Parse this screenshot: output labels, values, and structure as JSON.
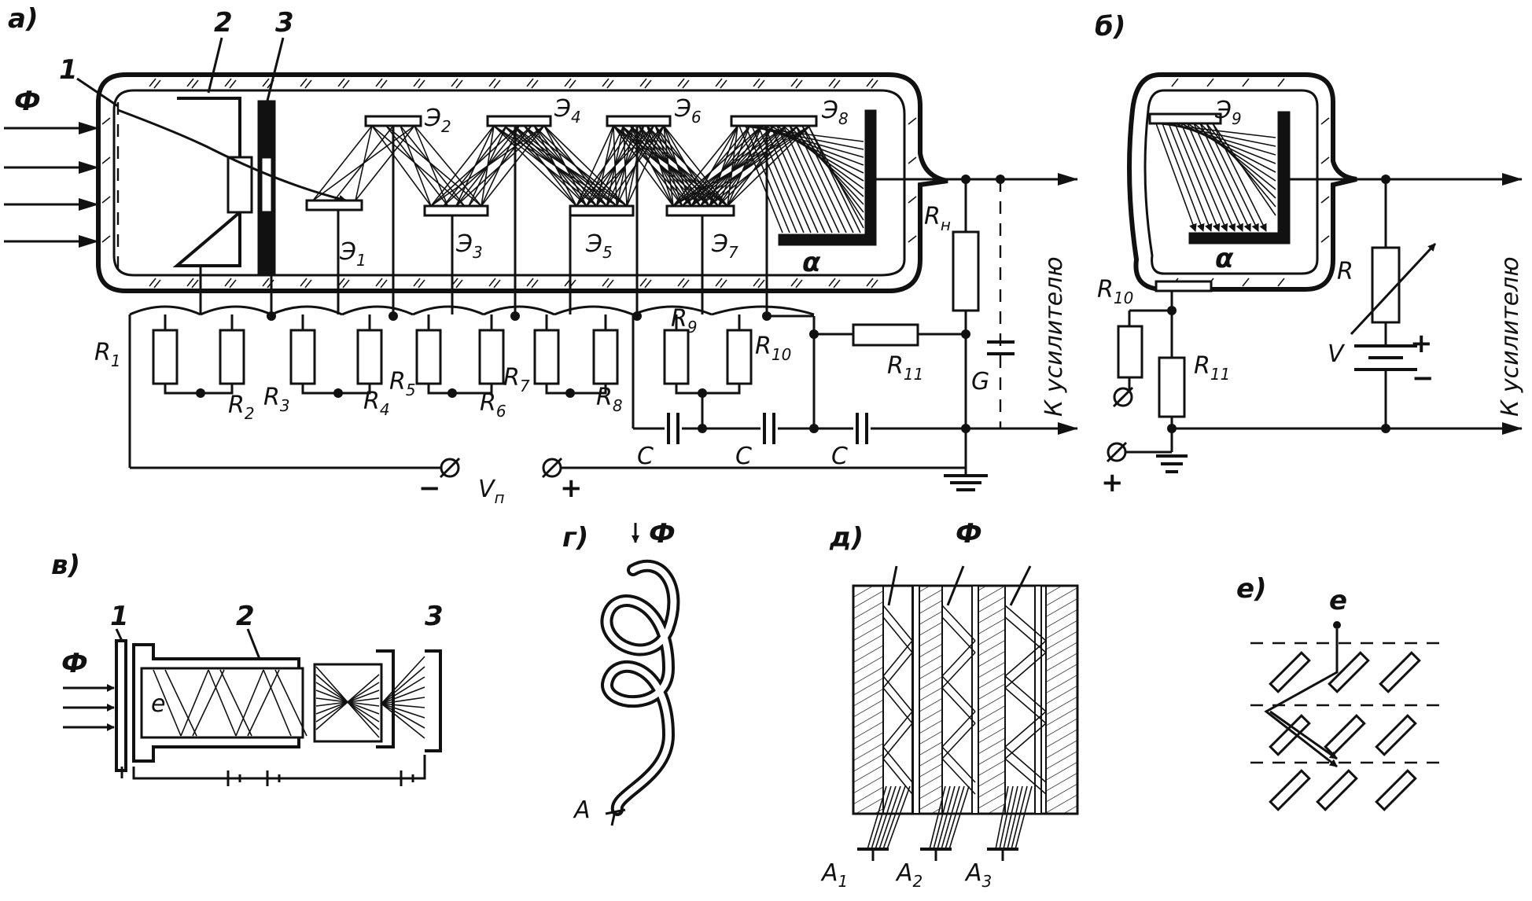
{
  "panels": {
    "a": {
      "label": "а)",
      "flux": "Ф",
      "components": {
        "photocathode": "1",
        "focusing": "2",
        "modulator": "3"
      },
      "dynodes": [
        {
          "name": "Э",
          "sub": "1"
        },
        {
          "name": "Э",
          "sub": "2"
        },
        {
          "name": "Э",
          "sub": "3"
        },
        {
          "name": "Э",
          "sub": "4"
        },
        {
          "name": "Э",
          "sub": "5"
        },
        {
          "name": "Э",
          "sub": "6"
        },
        {
          "name": "Э",
          "sub": "7"
        },
        {
          "name": "Э",
          "sub": "8"
        }
      ],
      "anode": "α",
      "resistors": [
        {
          "name": "R",
          "sub": "1"
        },
        {
          "name": "R",
          "sub": "2"
        },
        {
          "name": "R",
          "sub": "3"
        },
        {
          "name": "R",
          "sub": "4"
        },
        {
          "name": "R",
          "sub": "5"
        },
        {
          "name": "R",
          "sub": "6"
        },
        {
          "name": "R",
          "sub": "7"
        },
        {
          "name": "R",
          "sub": "8"
        },
        {
          "name": "R",
          "sub": "9"
        },
        {
          "name": "R",
          "sub": "10"
        },
        {
          "name": "R",
          "sub": "11"
        }
      ],
      "load": {
        "name": "R",
        "sub": "н"
      },
      "capacitor": "C",
      "g_label": "G",
      "supply": {
        "name": "V",
        "sub": "п"
      },
      "minus": "−",
      "plus": "+",
      "output": "К усилителю"
    },
    "b": {
      "label": "б)",
      "dynode": {
        "name": "Э",
        "sub": "9"
      },
      "anode": "α",
      "r10": {
        "name": "R",
        "sub": "10"
      },
      "r11": {
        "name": "R",
        "sub": "11"
      },
      "r": "R",
      "v": "V",
      "plus": "+",
      "minus": "−",
      "plus_bottom": "+",
      "output": "К усилителю"
    },
    "v": {
      "label": "в)",
      "flux": "Ф",
      "n1": "1",
      "n2": "2",
      "n3": "3",
      "electron": "e"
    },
    "g": {
      "label": "г)",
      "flux": "Ф",
      "anode": "A"
    },
    "d": {
      "label": "д)",
      "flux": "Ф",
      "anodes": [
        {
          "name": "A",
          "sub": "1"
        },
        {
          "name": "A",
          "sub": "2"
        },
        {
          "name": "A",
          "sub": "3"
        }
      ]
    },
    "e": {
      "label": "е)",
      "electron": "e"
    }
  }
}
